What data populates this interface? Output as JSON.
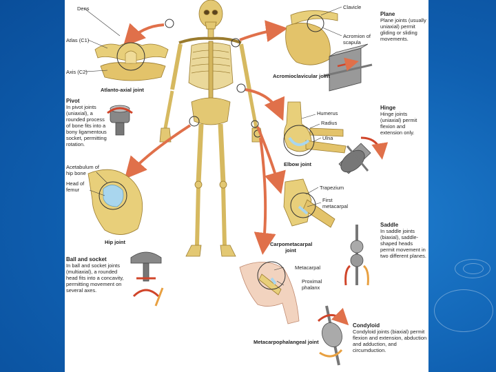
{
  "page": {
    "background_color": "#0f5fb0",
    "panel_color": "#ffffff",
    "arrow_color": "#e0704a",
    "bone_color": "#e8cf7a",
    "cartilage_color": "#a9d6ee"
  },
  "joints": {
    "atlanto_axial": {
      "caption": "Atlanto-axial joint",
      "labels": [
        "Dens",
        "Atlas (C1)",
        "Axis (C2)"
      ]
    },
    "pivot": {
      "title": "Pivot",
      "description": "In pivot joints (uniaxial), a rounded process of bone fits into a bony ligamentous socket, permitting rotation."
    },
    "hip": {
      "caption": "Hip joint",
      "labels": [
        "Acetabulum of hip bone",
        "Head of femur"
      ]
    },
    "ball_and_socket": {
      "title": "Ball and socket",
      "description": "In ball and socket joints (multiaxial), a rounded head fits into a concavity, permitting movement on several axes."
    },
    "acromioclavicular": {
      "caption": "Acromioclavicular joint",
      "labels": [
        "Clavicle",
        "Acromion of scapula"
      ]
    },
    "plane": {
      "title": "Plane",
      "description": "Plane joints (usually uniaxial) permit gliding or sliding movements."
    },
    "elbow": {
      "caption": "Elbow joint",
      "labels": [
        "Humerus",
        "Radius",
        "Ulna"
      ]
    },
    "hinge": {
      "title": "Hinge",
      "description": "Hinge joints (uniaxial) permit flexion and extension only."
    },
    "carpometacarpal": {
      "caption": "Carpometacarpal joint",
      "labels": [
        "Trapezium",
        "First metacarpal"
      ]
    },
    "saddle": {
      "title": "Saddle",
      "description": "In saddle joints (biaxial), saddle-shaped heads permit movement in two different planes."
    },
    "metacarpophalangeal": {
      "caption": "Metacarpophalangeal joint",
      "labels": [
        "Metacarpal",
        "Proximal phalanx"
      ]
    },
    "condyloid": {
      "title": "Condyloid",
      "description": "Condyloid joints (biaxial) permit flexion and extension, abduction and adduction, and circumduction."
    }
  }
}
